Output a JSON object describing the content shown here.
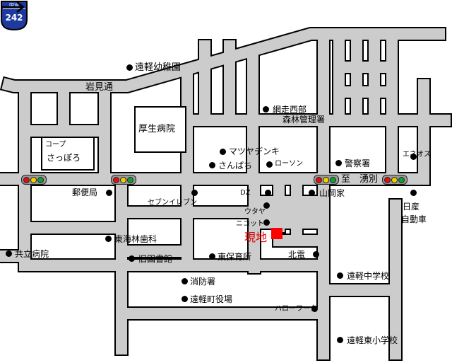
{
  "map": {
    "route_marker": {
      "top_text": "国道",
      "number": "242",
      "color": "#1e3a9f"
    },
    "colors": {
      "road": "#cccccc",
      "road_edge": "#000000",
      "pin": "#000000",
      "site_marker": "#ff0000",
      "signal_red": "#e01010",
      "signal_yellow": "#f0d000",
      "signal_green": "#10a030"
    },
    "labels": {
      "enkaru_kindergarten": "遠軽幼稚園",
      "iwami_dori": "岩見通",
      "kosei_hospital": "厚生病院",
      "abashiri_forest": "網走西部",
      "abashiri_forest_2": "森林管理署",
      "coop_1": "コープ",
      "coop_2": "さっぽろ",
      "matsuya_denki": "マツヤデンキ",
      "sanpachi": "さんぱち",
      "lawson": "ローソン",
      "police": "警察署",
      "eneos": "エネオス",
      "to_yubetsu": "至　湧別",
      "post_office": "郵便局",
      "seven_eleven": "セブンイレブン",
      "dz": "DZ",
      "yamaoka": "山岡家",
      "nissan_1": "日産",
      "nissan_2": "自動車",
      "utaya": "ウタヤ",
      "nikot": "ニコット",
      "site": "現地",
      "higashi_kai_dental": "東海林歯科",
      "kyoritsu_hospital": "共立病院",
      "old_library": "旧図書館",
      "higashi_nursery": "東保育所",
      "hokuden": "北電",
      "enkaru_jhs": "遠軽中学校",
      "fire_station": "消防署",
      "town_office": "遠軽町役場",
      "hello_work": "ハローワーク",
      "enkaru_higashi_es": "遠軽東小学校"
    }
  }
}
